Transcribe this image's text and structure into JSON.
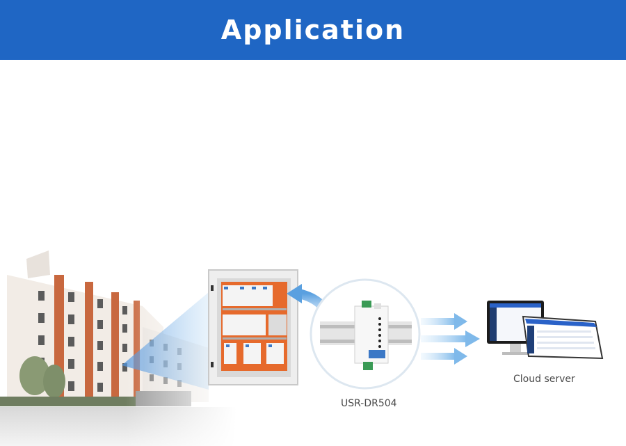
{
  "header": {
    "title": "Application"
  },
  "labels": {
    "device": "USR-DR504",
    "cloud": "Cloud server"
  },
  "colors": {
    "header_bg": "#1f66c4",
    "arrow": "#8fc3ec",
    "beam": "#5aa0e0"
  }
}
